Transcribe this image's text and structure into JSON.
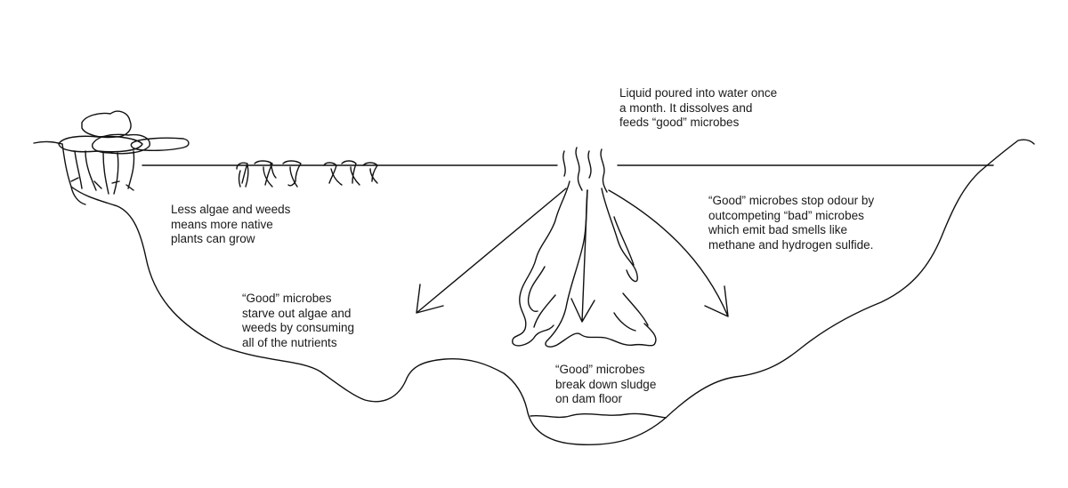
{
  "labels": {
    "liquid": [
      "Liquid poured into water once",
      "a month. It dissolves and",
      "feeds “good” microbes"
    ],
    "algae": [
      "Less algae and weeds",
      "means more native",
      "plants can grow"
    ],
    "starve": [
      "“Good” microbes",
      "starve out algae and",
      "weeds by consuming",
      "all of the nutrients"
    ],
    "odour": [
      "“Good” microbes stop odour by",
      "outcompeting “bad” microbes",
      "which emit bad smells like",
      "methane and hydrogen sulfide."
    ],
    "sludge": [
      "“Good” microbes",
      "break down sludge",
      "on dam floor"
    ]
  }
}
